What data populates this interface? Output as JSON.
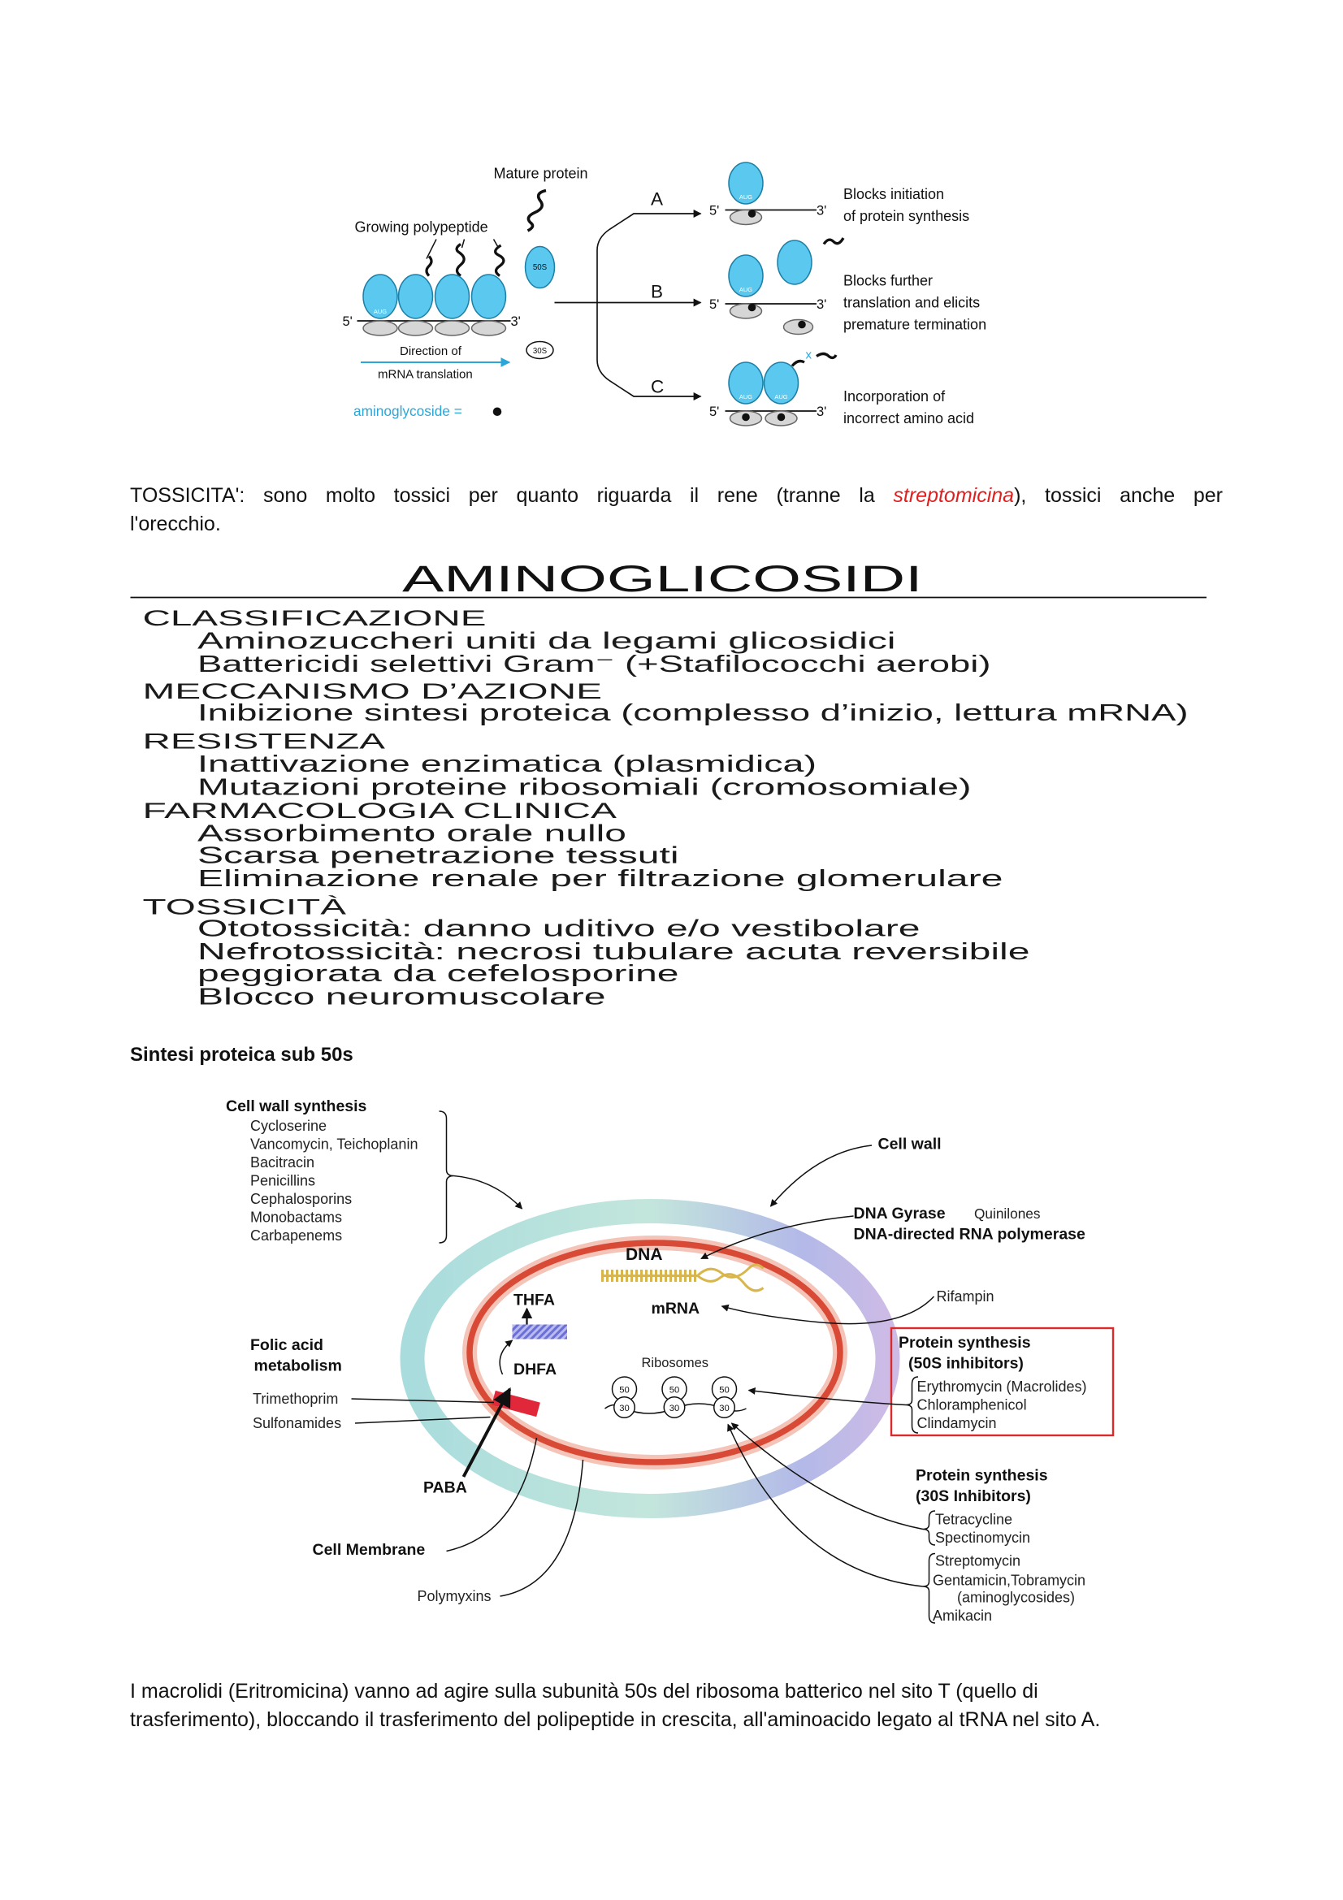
{
  "colors": {
    "ribosome_large": "#5bc8f0",
    "ribosome_small": "#d6d6d6",
    "aminoglycoside_label": "#2aa7d8",
    "antibiotic_highlight": "#e02020",
    "membrane": "#d84a36",
    "membrane_halo": "#f4c4b8",
    "inhibitor_box": "#d92b2b",
    "dna": "#d9b64c",
    "enzyme_block_blue": "#6b6fd6",
    "enzyme_block_red": "#e0283a"
  },
  "figure_top": {
    "mature_protein": "Mature protein",
    "growing_polypeptide": "Growing polypeptide",
    "aug": "AUG",
    "five_prime": "5'",
    "three_prime": "3'",
    "s50": "50S",
    "s30": "30S",
    "direction_line1": "Direction of",
    "direction_line2": "mRNA translation",
    "aminoglycoside_label": "aminoglycoside =",
    "x_mark": "x",
    "branches": [
      {
        "letter": "A",
        "lines": [
          "Blocks initiation",
          "of protein synthesis"
        ]
      },
      {
        "letter": "B",
        "lines": [
          "Blocks further",
          "translation and elicits",
          "premature termination"
        ]
      },
      {
        "letter": "C",
        "lines": [
          "Incorporation of",
          "incorrect amino acid"
        ]
      }
    ]
  },
  "toxicity_paragraph": {
    "line1_start": "TOSSICITA': sono molto tossici per quanto riguarda il rene (tranne la ",
    "highlight": "streptomicina",
    "line1_end": "), tossici anche per",
    "line2": "l'orecchio."
  },
  "slide": {
    "title": "AMINOGLICOSIDI",
    "lines": [
      {
        "kind": "heading",
        "text": "CLASSIFICAZIONE"
      },
      {
        "kind": "item",
        "text": "Aminozuccheri uniti da legami glicosidici"
      },
      {
        "kind": "item",
        "text": "Battericidi selettivi Gram⁻ (+Stafilococchi aerobi)"
      },
      {
        "kind": "heading",
        "text": "MECCANISMO D’AZIONE"
      },
      {
        "kind": "item",
        "text": "Inibizione sintesi proteica (complesso d’inizio, lettura mRNA)"
      },
      {
        "kind": "heading",
        "text": "RESISTENZA"
      },
      {
        "kind": "item",
        "text": "Inattivazione enzimatica (plasmidica)"
      },
      {
        "kind": "item",
        "text": "Mutazioni proteine ribosomiali (cromosomiale)"
      },
      {
        "kind": "heading",
        "text": "FARMACOLOGIA CLINICA"
      },
      {
        "kind": "item",
        "text": "Assorbimento orale nullo"
      },
      {
        "kind": "item",
        "text": "Scarsa penetrazione tessuti"
      },
      {
        "kind": "item",
        "text": "Eliminazione renale per filtrazione glomerulare"
      },
      {
        "kind": "heading",
        "text": "TOSSICITÀ"
      },
      {
        "kind": "item",
        "text": "Ototossicità: danno uditivo e/o vestibolare"
      },
      {
        "kind": "item",
        "text": "Nefrotossicità: necrosi tubulare acuta reversibile"
      },
      {
        "kind": "item",
        "text": "peggiorata da cefelosporine"
      },
      {
        "kind": "item",
        "text": "Blocco neuromuscolare"
      }
    ]
  },
  "section_heading": "Sintesi proteica sub 50s",
  "cell_figure": {
    "cell_wall_synthesis": {
      "title": "Cell wall synthesis",
      "items": [
        "Cycloserine",
        "Vancomycin, Teichoplanin",
        "Bacitracin",
        "Penicillins",
        "Cephalosporins",
        "Monobactams",
        "Carbapenems"
      ]
    },
    "cell_wall": "Cell wall",
    "dna_gyrase": "DNA Gyrase",
    "quinilones": "Quinilones",
    "rna_polymerase": "DNA-directed RNA polymerase",
    "dna": "DNA",
    "mrna": "mRNA",
    "rifampin": "Rifampin",
    "thfa": "THFA",
    "dhfa": "DHFA",
    "folic_acid_line1": "Folic acid",
    "folic_acid_line2": "metabolism",
    "trimethoprim": "Trimethoprim",
    "sulfonamides": "Sulfonamides",
    "paba": "PABA",
    "cell_membrane": "Cell Membrane",
    "polymyxins": "Polymyxins",
    "ribosomes": "Ribosomes",
    "ribosome_50": "50",
    "ribosome_30": "30",
    "inhibitors_50s": {
      "title_line1": "Protein synthesis",
      "title_line2": "(50S inhibitors)",
      "items": [
        "Erythromycin (Macrolides)",
        "Chloramphenicol",
        "Clindamycin"
      ]
    },
    "inhibitors_30s": {
      "title_line1": "Protein synthesis",
      "title_line2": "(30S Inhibitors)",
      "group1": [
        "Tetracycline",
        "Spectinomycin"
      ],
      "group2": [
        "Streptomycin",
        "Gentamicin,Tobramycin",
        "(aminoglycosides)",
        "Amikacin"
      ]
    }
  },
  "macrolide_paragraph": {
    "lines": [
      "I macrolidi (Eritromicina) vanno ad agire sulla subunità 50s del ribosoma batterico nel sito T (quello di",
      "trasferimento), bloccando il trasferimento del polipeptide in crescita, all'aminoacido legato al tRNA nel sito A."
    ]
  }
}
